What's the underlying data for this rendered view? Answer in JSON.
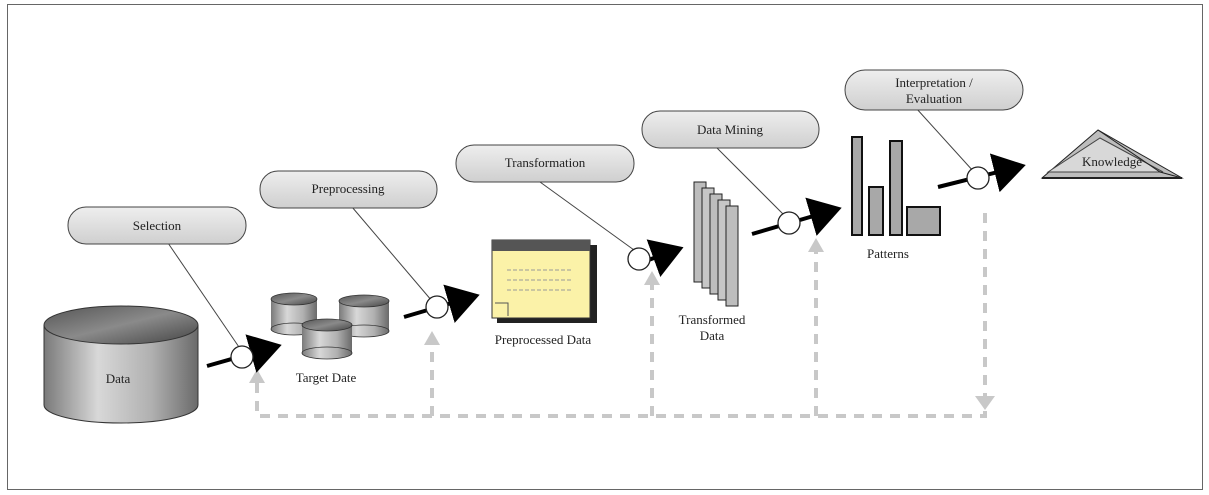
{
  "stages": {
    "selection": "Selection",
    "preprocessing": "Preprocessing",
    "transformation": "Transformation",
    "data_mining": "Data Mining",
    "interpretation_line1": "Interpretation /",
    "interpretation_line2": "Evaluation"
  },
  "artifacts": {
    "data": "Data",
    "target": "Target Date",
    "preprocessed": "Preprocessed Data",
    "transformed_line1": "Transformed",
    "transformed_line2": "Data",
    "patterns": "Patterns",
    "knowledge": "Knowledge"
  },
  "colors": {
    "pill_fill": "#dadada",
    "notes_fill": "#fbf2a8",
    "feedback_arrow": "#c8c8c8",
    "flow_arrow": "#000000"
  }
}
